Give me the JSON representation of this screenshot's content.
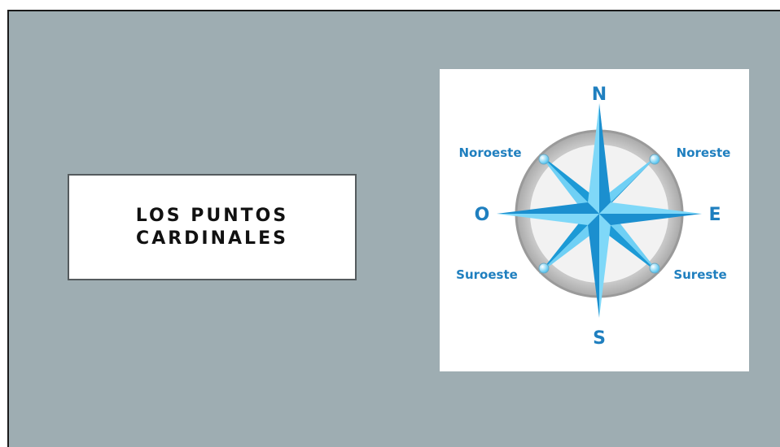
{
  "slide": {
    "title": "LOS PUNTOS CARDINALES"
  },
  "compass": {
    "north": "N",
    "south": "S",
    "east": "E",
    "west": "O",
    "northeast": "Noreste",
    "northwest": "Noroeste",
    "southeast": "Sureste",
    "southwest": "Suroeste",
    "accent_color": "#29a8e6"
  }
}
